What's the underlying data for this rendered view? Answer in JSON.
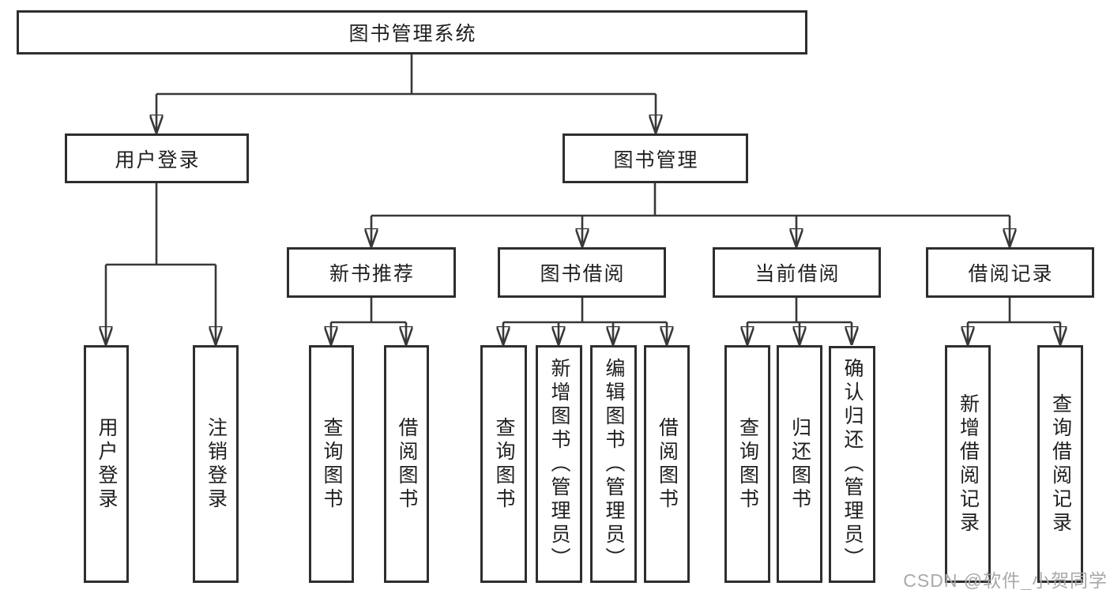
{
  "diagram": {
    "title": "图书管理系统",
    "nodes": {
      "root": "图书管理系统",
      "user_login_branch": "用户登录",
      "book_mgmt_branch": "图书管理",
      "new_book_rec": "新书推荐",
      "book_borrow": "图书借阅",
      "current_borrow": "当前借阅",
      "borrow_record": "借阅记录",
      "leaf_user_login": "用户登录",
      "leaf_logout": "注销登录",
      "leaf_rec_query_book": "查询图书",
      "leaf_rec_borrow_book": "借阅图书",
      "leaf_bb_query_book": "查询图书",
      "leaf_bb_add_book": "新增图书（管理员）",
      "leaf_bb_edit_book": "编辑图书（管理员）",
      "leaf_bb_borrow_book": "借阅图书",
      "leaf_cb_query_book": "查询图书",
      "leaf_cb_return_book": "归还图书",
      "leaf_cb_confirm_return": "确认归还（管理员）",
      "leaf_br_add_record": "新增借阅记录",
      "leaf_br_query_record": "查询借阅记录"
    },
    "colors": {
      "line": "#383838",
      "box_border": "#2e2e2e",
      "text": "#1f1f1f",
      "background": "#ffffff",
      "watermark": "#a9a9a9"
    }
  },
  "watermark": "CSDN @软件_小贺同学"
}
